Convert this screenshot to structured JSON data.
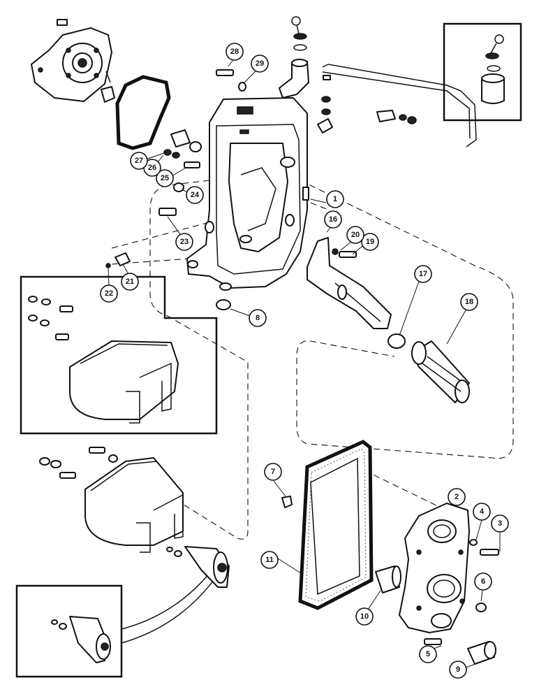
{
  "diagram": {
    "callouts": [
      {
        "id": "c1",
        "label": "1"
      },
      {
        "id": "c2",
        "label": "2"
      },
      {
        "id": "c3",
        "label": "3"
      },
      {
        "id": "c4",
        "label": "4"
      },
      {
        "id": "c5",
        "label": "5"
      },
      {
        "id": "c6",
        "label": "6"
      },
      {
        "id": "c7",
        "label": "7"
      },
      {
        "id": "c8",
        "label": "8"
      },
      {
        "id": "c9",
        "label": "9"
      },
      {
        "id": "c10",
        "label": "10"
      },
      {
        "id": "c11",
        "label": "11"
      },
      {
        "id": "c16",
        "label": "16"
      },
      {
        "id": "c17",
        "label": "17"
      },
      {
        "id": "c18",
        "label": "18"
      },
      {
        "id": "c19",
        "label": "19"
      },
      {
        "id": "c20",
        "label": "20"
      },
      {
        "id": "c21",
        "label": "21"
      },
      {
        "id": "c22",
        "label": "22"
      },
      {
        "id": "c23",
        "label": "23"
      },
      {
        "id": "c24",
        "label": "24"
      },
      {
        "id": "c25",
        "label": "25"
      },
      {
        "id": "c26",
        "label": "26"
      },
      {
        "id": "c27",
        "label": "27"
      },
      {
        "id": "c28",
        "label": "28"
      },
      {
        "id": "c29",
        "label": "29"
      }
    ]
  }
}
